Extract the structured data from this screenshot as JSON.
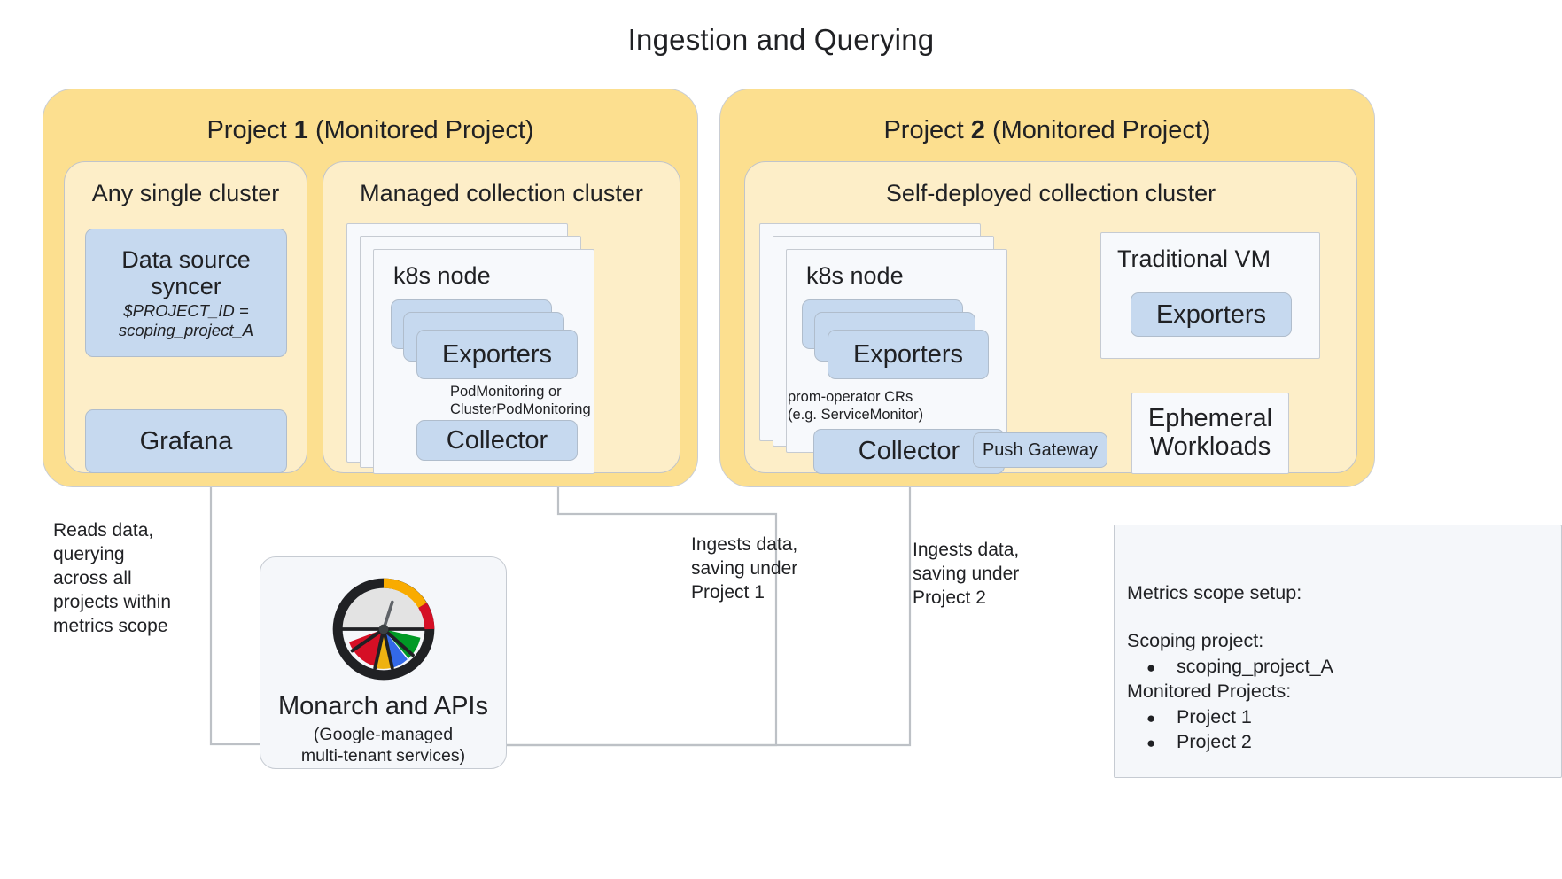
{
  "title": "Ingestion and Querying",
  "projects": [
    {
      "title_prefix": "Project ",
      "title_number": "1",
      "title_suffix": " (Monitored Project)",
      "clusters": [
        {
          "name": "Any single cluster",
          "boxes": [
            {
              "label": "Data source\nsyncer",
              "sub": "$PROJECT_ID =\nscoping_project_A"
            },
            {
              "label": "Grafana"
            }
          ]
        },
        {
          "name": "Managed collection cluster",
          "node_label": "k8s node",
          "exporters_label": "Exporters",
          "collector_label": "Collector",
          "edge_label": "PodMonitoring or\nClusterPodMonitoring"
        }
      ]
    },
    {
      "title_prefix": "Project ",
      "title_number": "2",
      "title_suffix": " (Monitored Project)",
      "clusters": [
        {
          "name": "Self-deployed collection cluster",
          "node_label": "k8s node",
          "exporters_label": "Exporters",
          "collector_label": "Collector",
          "push_gateway_label": "Push Gateway",
          "edge_label": "prom-operator CRs\n(e.g. ServiceMonitor)",
          "vm_title": "Traditional VM",
          "vm_exporters_label": "Exporters",
          "ephemeral_label": "Ephemeral\nWorkloads"
        }
      ]
    }
  ],
  "annotations": {
    "reads": "Reads data,\nquerying\nacross all\nprojects within\nmetrics scope",
    "ingest_project_1": "Ingests data,\nsaving under\nProject 1",
    "ingest_project_2": "Ingests data,\nsaving under\nProject 2"
  },
  "monarch": {
    "title": "Monarch and APIs",
    "subtitle": "(Google-managed\nmulti-tenant services)",
    "logo_name": "monarch-gauge-logo",
    "logo_colors": {
      "ring": "#202124",
      "gauge_face": "#e3e3e3",
      "gauge_arc_yellow": "#f9ab00",
      "gauge_arc_red": "#d50f25",
      "wedge_red": "#d50f25",
      "wedge_yellow": "#eeb211",
      "wedge_blue": "#3369e8",
      "wedge_green": "#009925"
    }
  },
  "legend": {
    "heading": "Metrics scope setup:",
    "scoping_heading": "Scoping project:",
    "scoping_items": [
      "scoping_project_A"
    ],
    "monitored_heading": "Monitored Projects:",
    "monitored_items": [
      "Project 1",
      "Project 2"
    ],
    "bullet_glyph": "●"
  },
  "colors": {
    "project_fill": "#fcdf8f",
    "cluster_fill": "#fdeec8",
    "node_fill": "#f7f9fc",
    "component_fill": "#c6d9ef",
    "line": "#bdc1c6"
  }
}
